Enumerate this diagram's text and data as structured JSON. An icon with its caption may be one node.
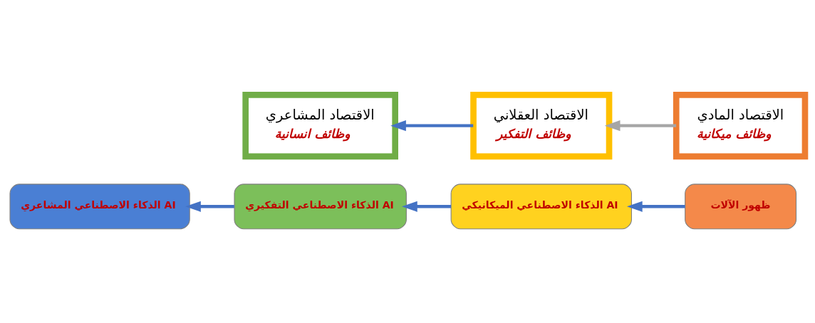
{
  "diagram": {
    "nodes": [
      {
        "text": [
          "الاقتصاد المشاعري",
          "وظائف انسانية"
        ]
      },
      {
        "text": [
          "الاقتصاد العقلاني",
          "وظائف التفكير"
        ]
      },
      {
        "text": [
          "الاقتصاد المادي",
          "وظائف ميكانية"
        ]
      },
      {
        "text": [
          "ظهور الآلات"
        ]
      },
      {
        "text": [
          "الذكاء الاصطناعي الميكانيكي AI"
        ]
      },
      {
        "text": [
          "الذكاء الاصطناعي التفكيري AI"
        ]
      },
      {
        "text": [
          "الذكاء الاصطناعي المشاعري AI"
        ]
      }
    ],
    "edges": [
      {
        "from": 3,
        "to": 4,
        "arrow": "to"
      },
      {
        "from": 4,
        "to": 5,
        "arrow": "to"
      },
      {
        "from": 5,
        "to": 6,
        "arrow": "to"
      },
      {
        "from": 2,
        "to": 1,
        "arrow": "to",
        "color": "#a6a6a6"
      },
      {
        "from": 1,
        "to": 0,
        "arrow": "to"
      }
    ]
  }
}
